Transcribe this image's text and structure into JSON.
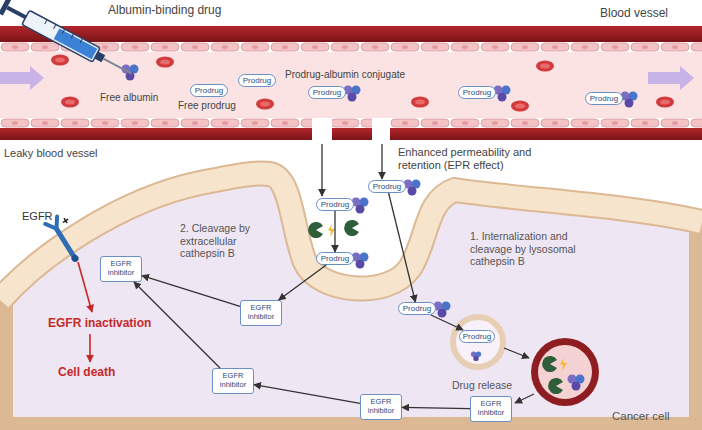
{
  "diagram": {
    "nodes": [
      {
        "text": [
          "Prodrug"
        ]
      },
      {
        "text": [
          "Prodrug"
        ]
      },
      {
        "text": [
          "Prodrug"
        ]
      },
      {
        "text": [
          "Prodrug"
        ]
      },
      {
        "text": [
          "Prodrug"
        ]
      },
      {
        "text": [
          "Prodrug"
        ]
      },
      {
        "text": [
          "Prodrug"
        ]
      },
      {
        "text": [
          "Prodrug"
        ]
      },
      {
        "text": [
          "Prodrug"
        ]
      },
      {
        "text": [
          "EGFR inhibitor"
        ]
      },
      {
        "text": [
          "EGFR inhibitor"
        ]
      },
      {
        "text": [
          "EGFR inhibitor"
        ]
      },
      {
        "text": [
          "Prodrug"
        ]
      },
      {
        "text": [
          "EGFR inhibitor"
        ]
      },
      {
        "text": [
          "EGFR inhibitor"
        ]
      }
    ],
    "edges": [
      {
        "from": 5,
        "to": 7,
        "arrow": "to"
      },
      {
        "from": 6,
        "to": 8,
        "arrow": "to"
      },
      {
        "from": 7,
        "to": 10,
        "arrow": "to"
      },
      {
        "from": 8,
        "to": 12,
        "arrow": "to"
      },
      {
        "from": 10,
        "to": 9,
        "arrow": "to"
      },
      {
        "from": 14,
        "to": 13,
        "arrow": "to"
      },
      {
        "from": 13,
        "to": 11,
        "arrow": "to"
      },
      {
        "from": 11,
        "to": 9,
        "arrow": "to"
      }
    ],
    "labels": [
      "Albumin-binding drug",
      "Blood vessel",
      "Free albumin",
      "Free prodrug",
      "Prodrug-albumin conjugate",
      "Leaky blood vessel",
      "Enhanced permeability and retention (EPR effect)",
      "2. Cleavage by extracellular cathepsin B",
      "1. Internalization and cleavage by lysosomal cathepsin B",
      "EGFR",
      "EGFR inactivation",
      "Cell death",
      "Drug release",
      "Cancer cell"
    ]
  }
}
